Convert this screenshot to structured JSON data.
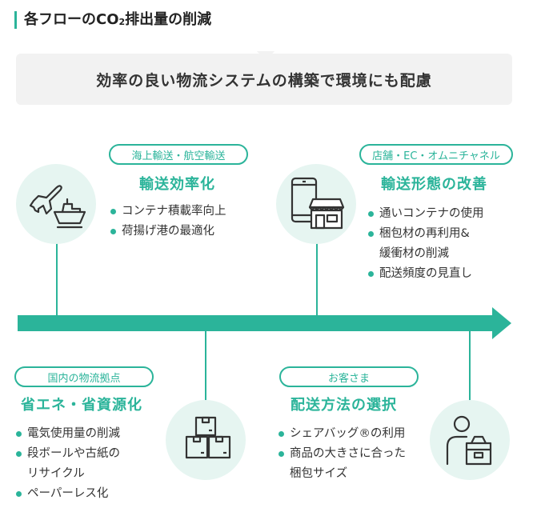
{
  "title": {
    "prefix": "各フローのCO",
    "sub": "2",
    "suffix": "排出量の削減"
  },
  "banner": {
    "text": "効率の良い物流システムの構築で環境にも配慮"
  },
  "colors": {
    "accent": "#2bb49a",
    "circle_bg": "#e6f5f1",
    "banner_bg": "#f2f2f2"
  },
  "items": [
    {
      "tag": "海上輸送・航空輸送",
      "heading": "輸送効率化",
      "icon": "airplane-ship-icon",
      "bullets": [
        {
          "lines": [
            "コンテナ積載率向上"
          ]
        },
        {
          "lines": [
            "荷揚げ港の最適化"
          ]
        }
      ]
    },
    {
      "tag": "店舗・EC・オムニチャネル",
      "heading": "輸送形態の改善",
      "icon": "smartphone-store-icon",
      "bullets": [
        {
          "lines": [
            "通いコンテナの使用"
          ]
        },
        {
          "lines": [
            "梱包材の再利用&",
            "緩衝材の削減"
          ]
        },
        {
          "lines": [
            "配送頻度の見直し"
          ]
        }
      ]
    },
    {
      "tag": "国内の物流拠点",
      "heading": "省エネ・省資源化",
      "icon": "cardboard-boxes-icon",
      "bullets": [
        {
          "lines": [
            "電気使用量の削減"
          ]
        },
        {
          "lines": [
            "段ボールや古紙の",
            "リサイクル"
          ]
        },
        {
          "lines": [
            "ペーパーレス化"
          ]
        }
      ]
    },
    {
      "tag": "お客さま",
      "heading": "配送方法の選択",
      "icon": "person-package-icon",
      "bullets": [
        {
          "lines": [
            "シェアバッグ®の利用"
          ]
        },
        {
          "lines": [
            "商品の大きさに合った",
            "梱包サイズ"
          ]
        }
      ]
    }
  ]
}
